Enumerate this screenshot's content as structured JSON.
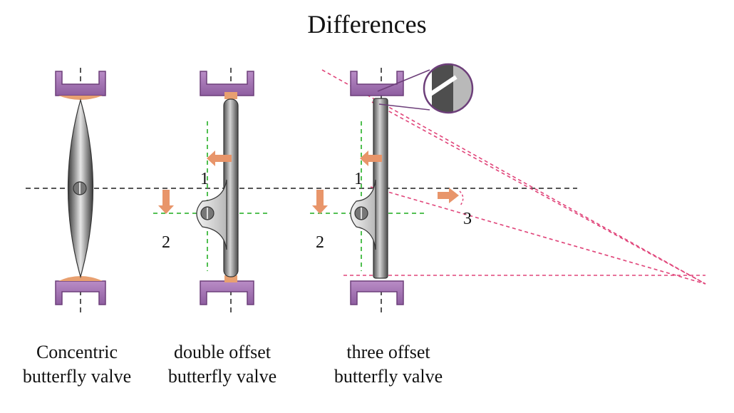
{
  "title": "Differences",
  "valves": [
    {
      "line1": "Concentric",
      "line2": "butterfly valve"
    },
    {
      "line1": "double offset",
      "line2": "butterfly valve"
    },
    {
      "line1": "three offset",
      "line2": "butterfly valve"
    }
  ],
  "labels": {
    "double_offset_1": "1",
    "double_offset_2": "2",
    "three_offset_1": "1",
    "three_offset_2": "2",
    "three_offset_3": "3"
  },
  "colors": {
    "seat": "#a678b4",
    "seat_dark": "#6d3f7a",
    "seal_ring": "#e8a070",
    "disc_dark": "#4a4a4a",
    "arrow": "#e8956a",
    "offset_line": "#e0457a",
    "center_line_green": "#3db83d",
    "axis_line": "#555555"
  }
}
